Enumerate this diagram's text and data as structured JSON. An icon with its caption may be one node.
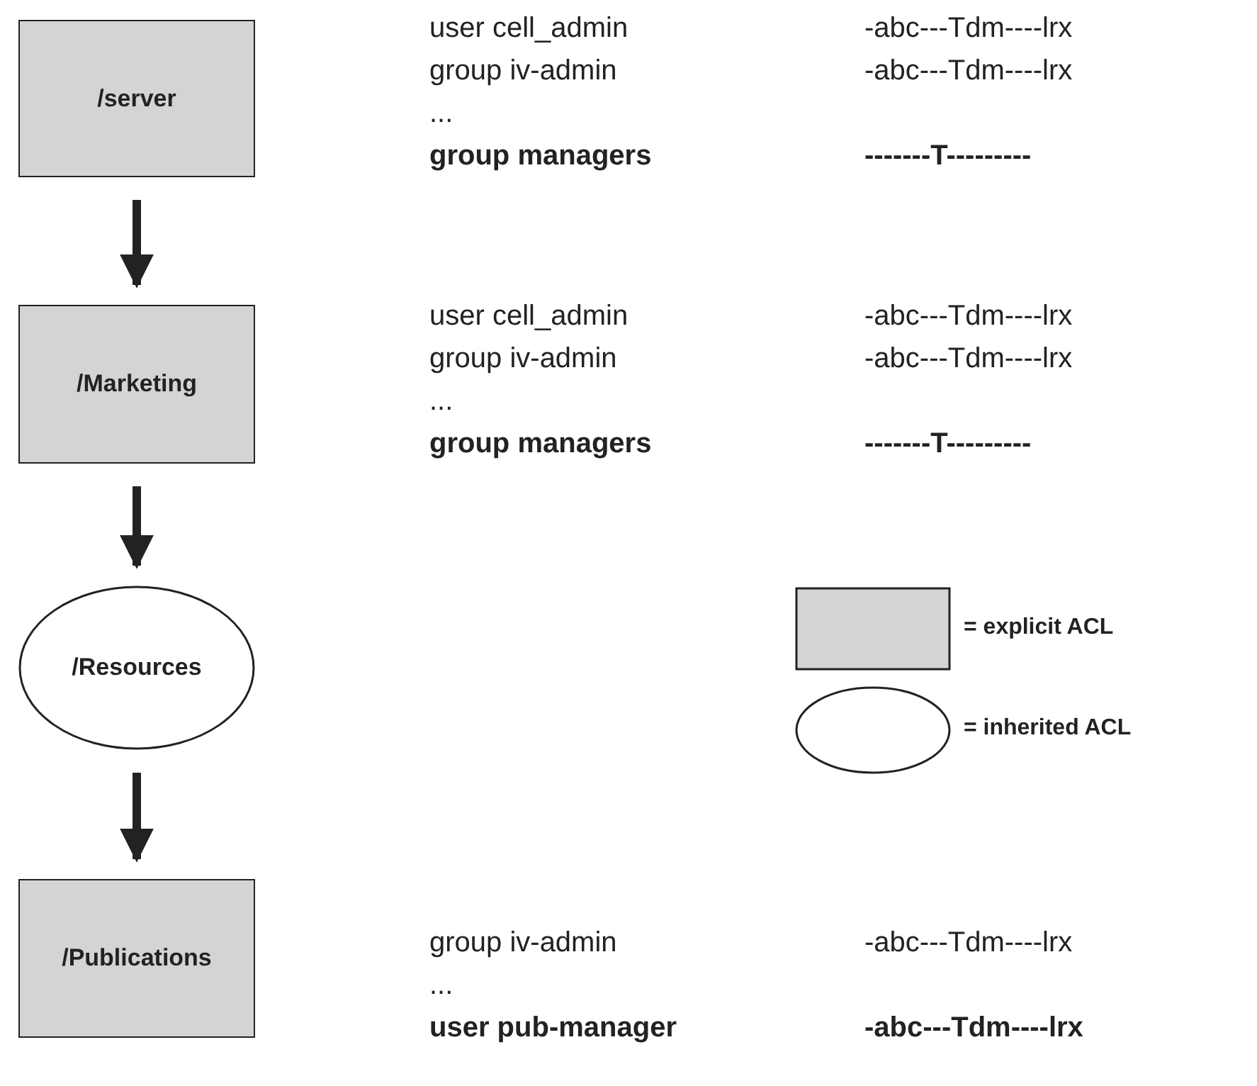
{
  "diagram": {
    "nodes": [
      {
        "text": [
          "/server"
        ],
        "beside": [
          "user cell_admin",
          "-abc---Tdm----lrx",
          "group iv-admin",
          "-abc---Tdm----lrx",
          "...",
          "group managers",
          "-------T---------"
        ]
      },
      {
        "text": [
          "/Marketing"
        ],
        "beside": [
          "user cell_admin",
          "-abc---Tdm----lrx",
          "group iv-admin",
          "-abc---Tdm----lrx",
          "...",
          "group managers",
          "-------T---------"
        ]
      },
      {
        "text": [
          "/Resources"
        ]
      },
      {
        "text": [
          "/Publications"
        ],
        "beside": [
          "group iv-admin",
          "-abc---Tdm----lrx",
          "...",
          "user pub-manager",
          "-abc---Tdm----lrx"
        ]
      }
    ],
    "edges": [
      {
        "from": 0,
        "to": 1,
        "arrow": "to"
      },
      {
        "from": 1,
        "to": 2,
        "arrow": "to"
      },
      {
        "from": 2,
        "to": 3,
        "arrow": "to"
      }
    ],
    "legend": [
      {
        "text": "= explicit ACL",
        "color": "#d4d4d4"
      },
      {
        "text": "= inherited ACL"
      }
    ]
  }
}
